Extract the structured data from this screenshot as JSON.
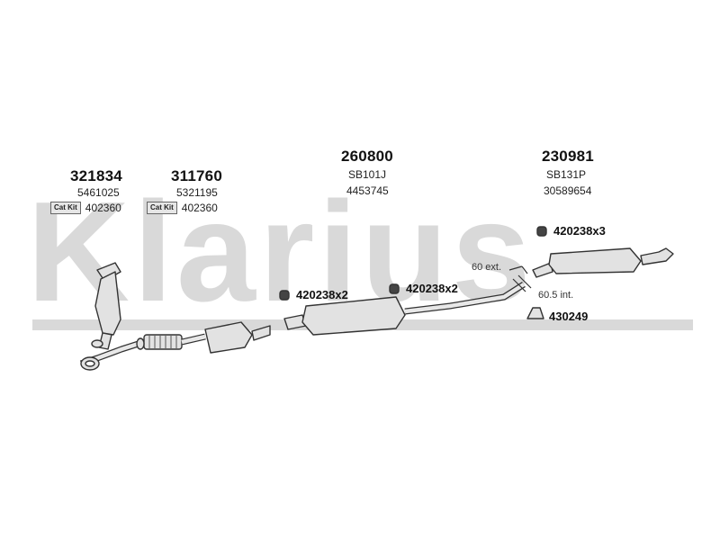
{
  "watermark": {
    "brand": "Klarius"
  },
  "parts": {
    "p1": {
      "number": "321834",
      "ref": "5461025",
      "catkit_label": "Cat Kit",
      "catkit_ref": "402360"
    },
    "p2": {
      "number": "311760",
      "ref": "5321195",
      "catkit_label": "Cat Kit",
      "catkit_ref": "402360"
    },
    "p3": {
      "number": "260800",
      "code": "SB101J",
      "ref": "4453745"
    },
    "p4": {
      "number": "230981",
      "code": "SB131P",
      "ref": "30589654"
    }
  },
  "hangers": {
    "h1": "420238x2",
    "h2": "420238x2",
    "h3": "420238x3",
    "h4": "430249"
  },
  "dimensions": {
    "ext": "60 ext.",
    "int": "60.5 int."
  },
  "icons": {
    "hanger": "rubber-mount-icon",
    "clamp": "clamp-icon"
  }
}
